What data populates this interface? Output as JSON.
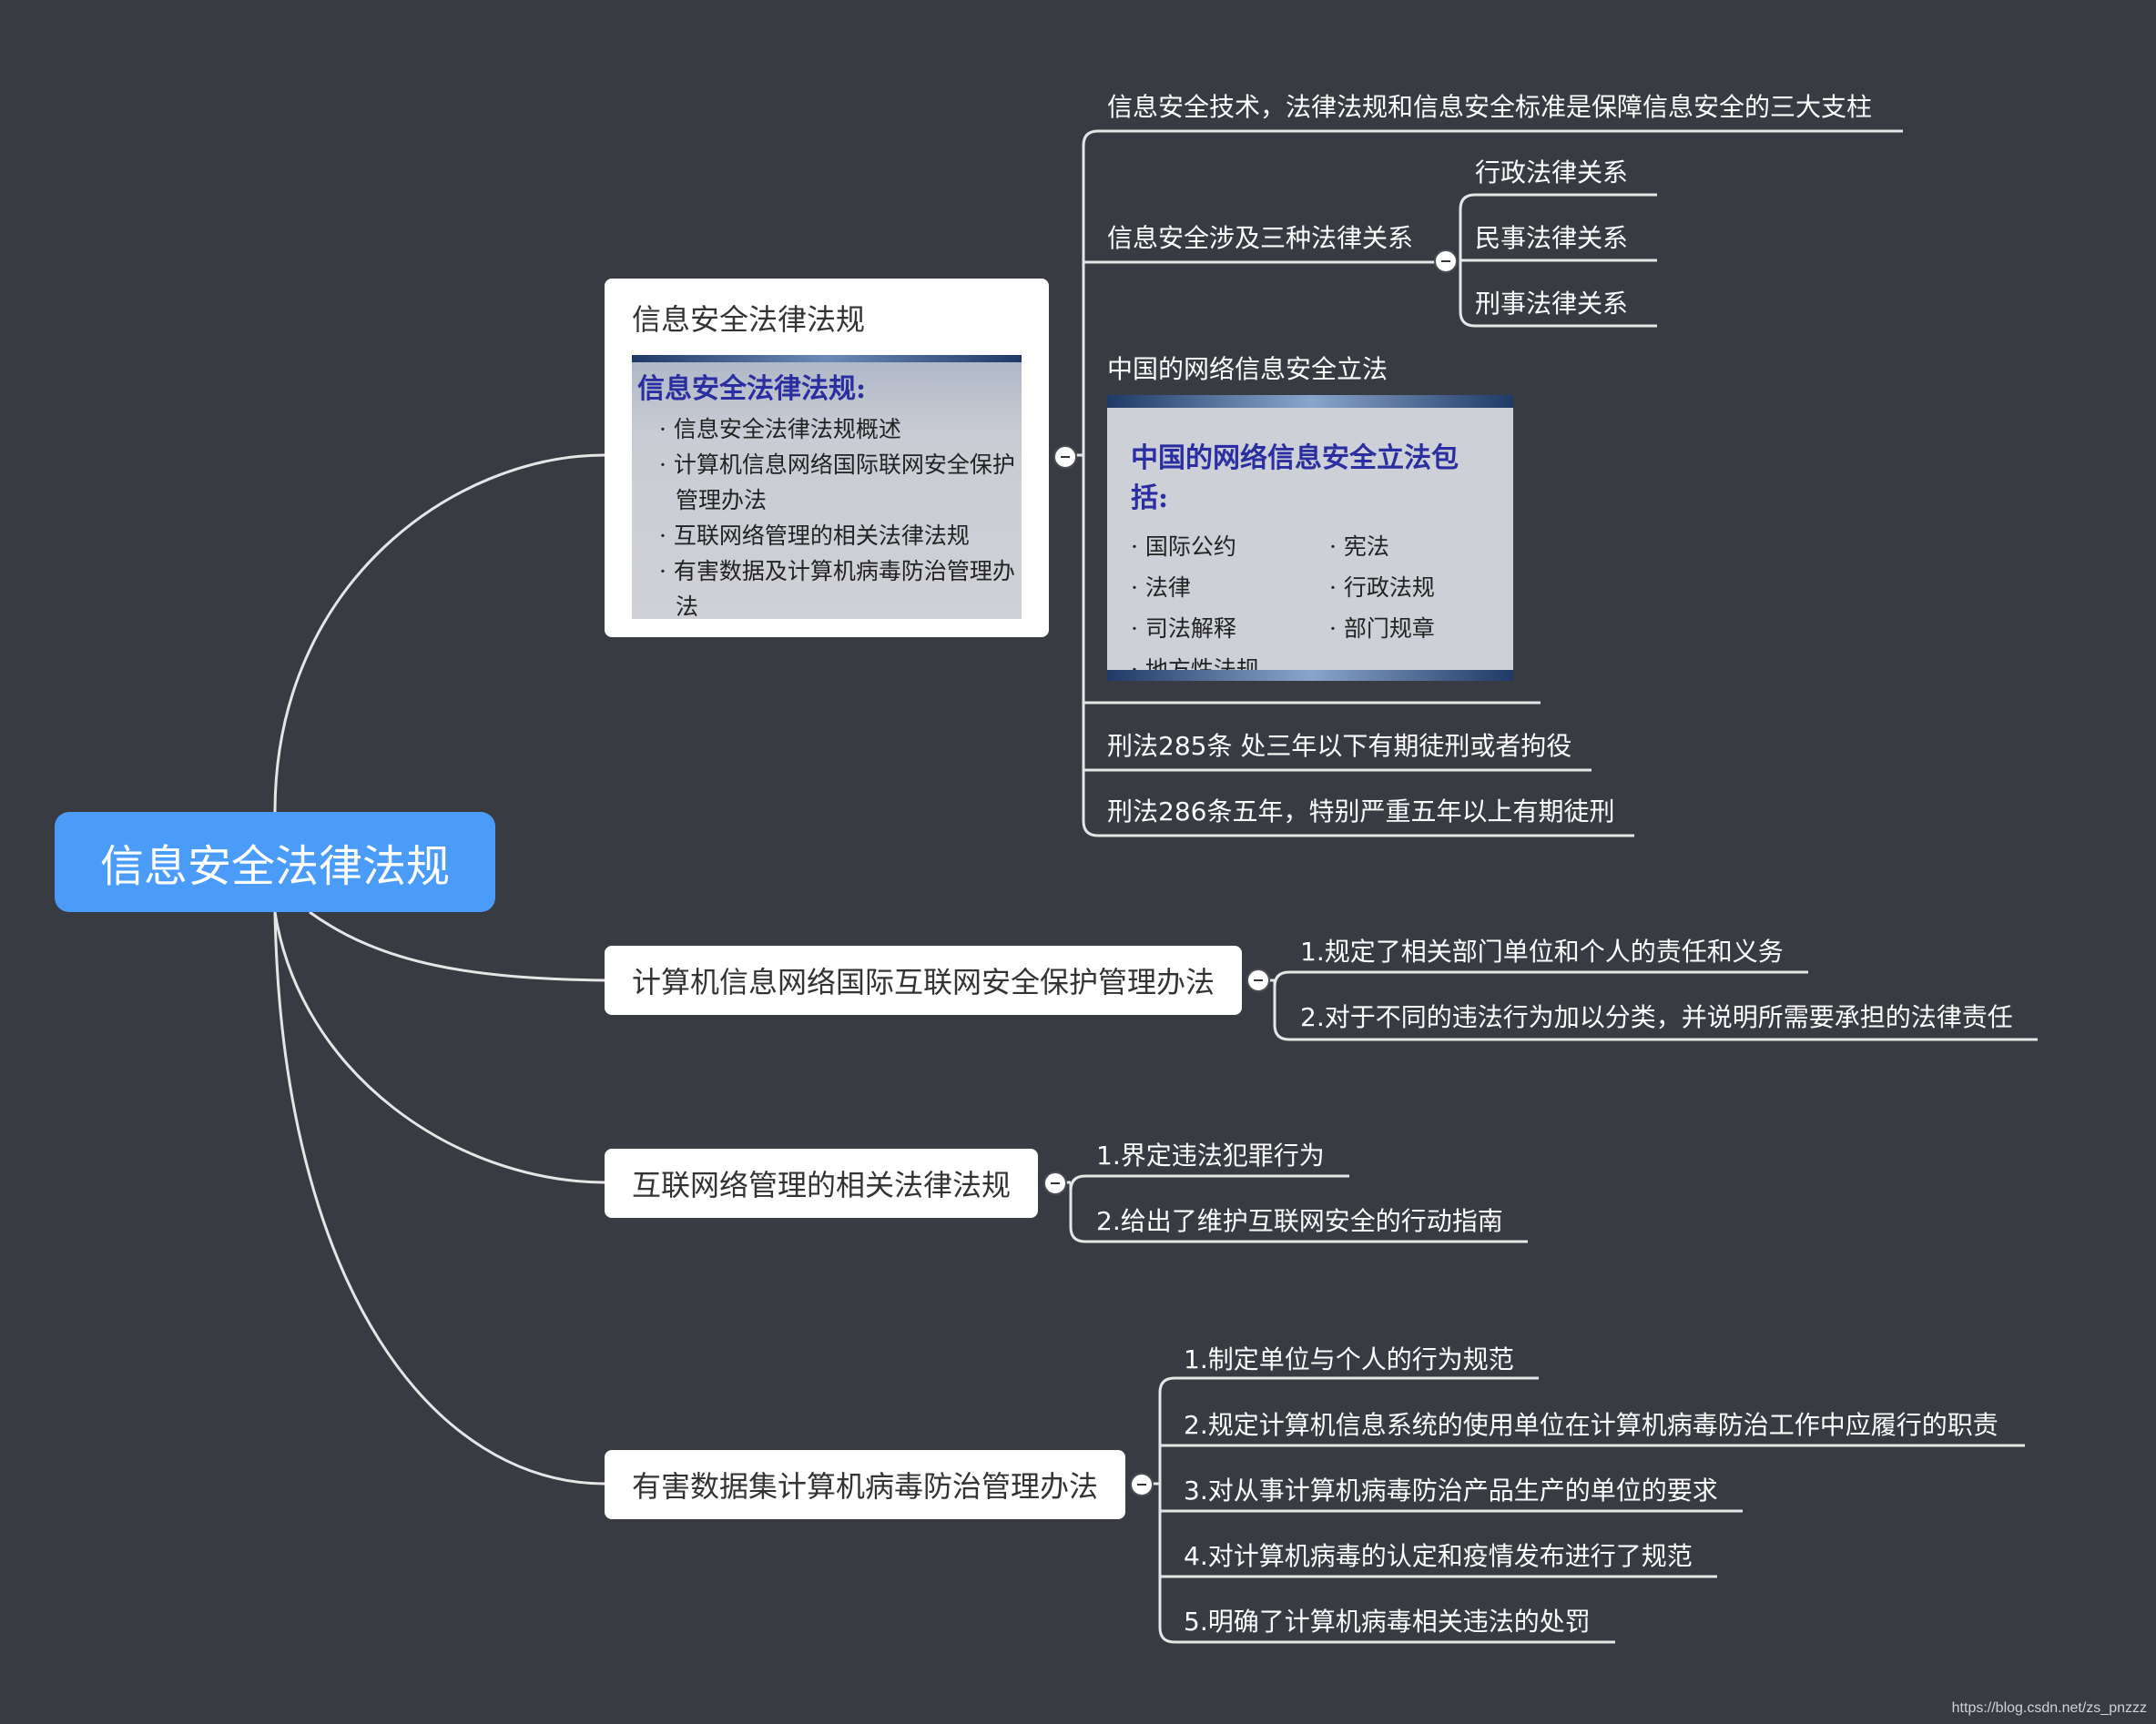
{
  "root": "信息安全法律法规",
  "branches": [
    {
      "label": "信息安全法律法规",
      "image": {
        "heading": "信息安全法律法规:",
        "items": [
          "信息安全法律法规概述",
          "计算机信息网络国际联网安全保护管理办法",
          "互联网络管理的相关法律法规",
          "有害数据及计算机病毒防治管理办法"
        ]
      },
      "children": [
        {
          "label": "信息安全技术，法律法规和信息安全标准是保障信息安全的三大支柱"
        },
        {
          "label": "信息安全涉及三种法律关系",
          "children": [
            "行政法律关系",
            "民事法律关系",
            "刑事法律关系"
          ]
        },
        {
          "label": "中国的网络信息安全立法",
          "image": {
            "heading": "中国的网络信息安全立法包括:",
            "items": [
              "国际公约",
              "宪法",
              "法律",
              "行政法规",
              "司法解释",
              "部门规章",
              "地方性法规"
            ]
          }
        },
        {
          "label": "刑法285条 处三年以下有期徒刑或者拘役"
        },
        {
          "label": "刑法286条五年，特别严重五年以上有期徒刑"
        }
      ]
    },
    {
      "label": "计算机信息网络国际互联网安全保护管理办法",
      "children": [
        "1.规定了相关部门单位和个人的责任和义务",
        "2.对于不同的违法行为加以分类，并说明所需要承担的法律责任"
      ]
    },
    {
      "label": "互联网络管理的相关法律法规",
      "children": [
        "1.界定违法犯罪行为",
        "2.给出了维护互联网安全的行动指南"
      ]
    },
    {
      "label": "有害数据集计算机病毒防治管理办法",
      "children": [
        "1.制定单位与个人的行为规范",
        "2.规定计算机信息系统的使用单位在计算机病毒防治工作中应履行的职责",
        "3.对从事计算机病毒防治产品生产的单位的要求",
        "4.对计算机病毒的认定和疫情发布进行了规范",
        "5.明确了计算机病毒相关违法的处罚"
      ]
    }
  ],
  "watermark": "https://blog.csdn.net/zs_pnzzz"
}
